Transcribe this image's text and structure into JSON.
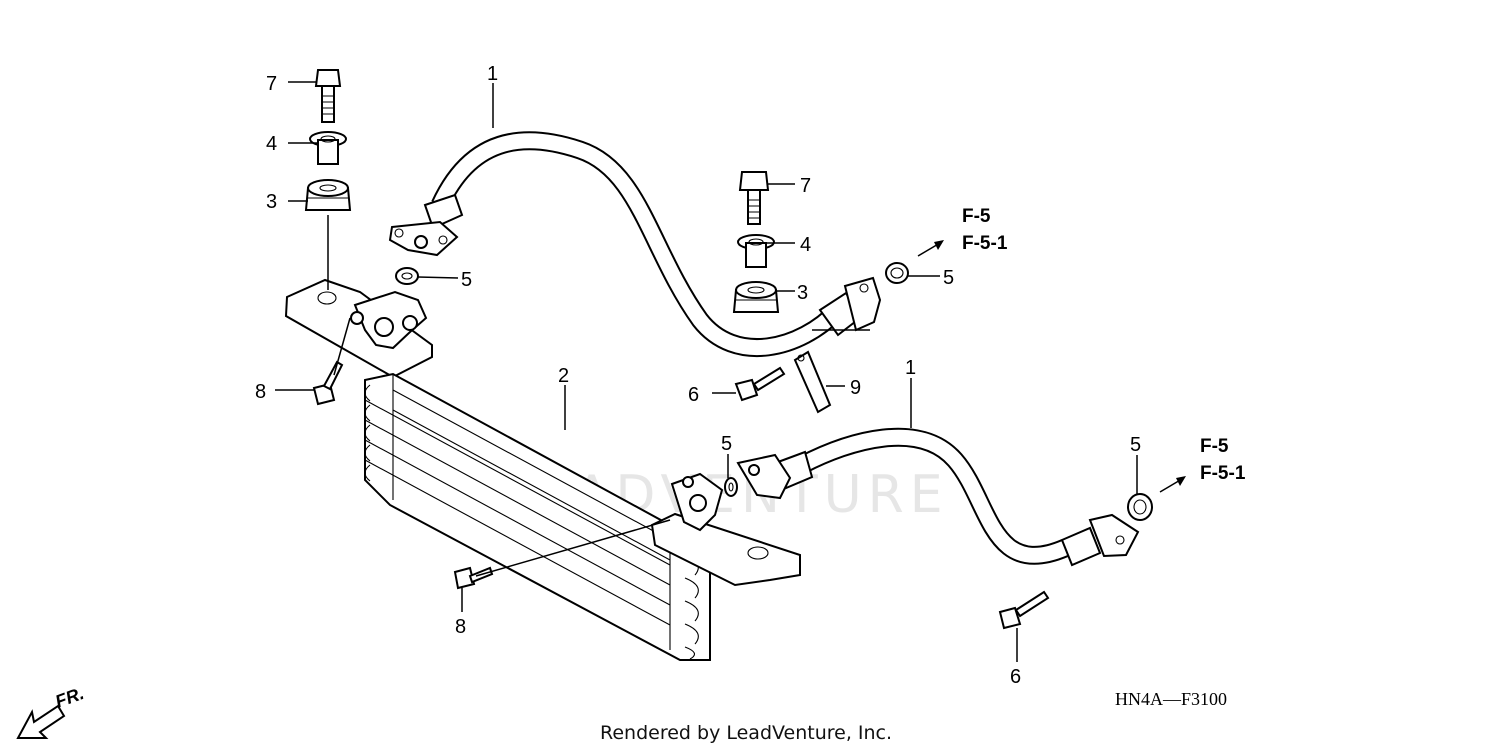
{
  "diagram": {
    "code": "HN4A—F3100",
    "credit": "Rendered by LeadVenture, Inc.",
    "watermark": "LEADVENTURE",
    "front_label": "FR.",
    "references": [
      {
        "line1": "F-5",
        "line2": "F-5-1"
      },
      {
        "line1": "F-5",
        "line2": "F-5-1"
      }
    ],
    "callouts": {
      "c1a": "1",
      "c1b": "1",
      "c2": "2",
      "c3a": "3",
      "c3b": "3",
      "c4a": "4",
      "c4b": "4",
      "c5a": "5",
      "c5b": "5",
      "c5c": "5",
      "c5d": "5",
      "c6a": "6",
      "c6b": "6",
      "c7a": "7",
      "c7b": "7",
      "c8a": "8",
      "c8b": "8",
      "c9": "9"
    }
  }
}
